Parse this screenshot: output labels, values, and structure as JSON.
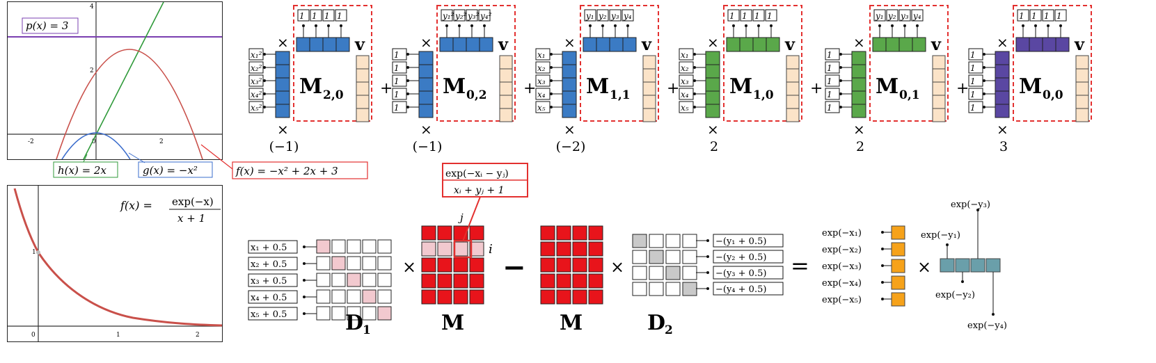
{
  "colors": {
    "accent_red": "#e3302f",
    "quad_red": "#c9504a",
    "purple": "#7a3fb0",
    "green": "#2f9a3a",
    "blue": "#3a6ccc",
    "blue_vec": "#3b7bc4",
    "green_vec": "#5aa84a",
    "purple_vec": "#5a47a2",
    "peach": "#fbe3c8",
    "orange": "#f6a21a",
    "teal": "#6a9faa",
    "pink": "#f2c9cf",
    "grid_red": "#e8141b",
    "gray": "#c9c9c9"
  },
  "plot1": {
    "x_ticks": [
      "-2",
      "0",
      "2"
    ],
    "y_ticks": [
      "2",
      "4"
    ],
    "labels": {
      "p": "p(x) = 3",
      "h": "h(x) = 2x",
      "g": "g(x) = −x²",
      "f": "f(x) = −x² + 2x + 3"
    }
  },
  "plot2": {
    "x_ticks": [
      "0",
      "1",
      "2"
    ],
    "y_ticks": [
      "1"
    ],
    "label_lhs": "f(x) =",
    "label_num": "exp(−x)",
    "label_den": "x + 1"
  },
  "top_row": {
    "terms": [
      {
        "matrix": "M",
        "sub": "2,0",
        "left": [
          "x₁²",
          "x₂²",
          "x₃²",
          "x₄²",
          "x₅²"
        ],
        "top": [
          "1",
          "1",
          "1",
          "1"
        ],
        "coef": "(−1)",
        "color": "blue"
      },
      {
        "matrix": "M",
        "sub": "0,2",
        "left": [
          "1",
          "1",
          "1",
          "1",
          "1"
        ],
        "top": [
          "y₁²",
          "y₂²",
          "y₃²",
          "y₄²"
        ],
        "coef": "(−1)",
        "color": "blue"
      },
      {
        "matrix": "M",
        "sub": "1,1",
        "left": [
          "x₁",
          "x₂",
          "x₃",
          "x₄",
          "x₅"
        ],
        "top": [
          "y₁",
          "y₂",
          "y₃",
          "y₄"
        ],
        "coef": "(−2)",
        "color": "blue"
      },
      {
        "matrix": "M",
        "sub": "1,0",
        "left": [
          "x₁",
          "x₂",
          "x₃",
          "x₄",
          "x₅"
        ],
        "top": [
          "1",
          "1",
          "1",
          "1"
        ],
        "coef": "2",
        "color": "green"
      },
      {
        "matrix": "M",
        "sub": "0,1",
        "left": [
          "1",
          "1",
          "1",
          "1",
          "1"
        ],
        "top": [
          "y₁",
          "y₂",
          "y₃",
          "y₄"
        ],
        "coef": "2",
        "color": "green"
      },
      {
        "matrix": "M",
        "sub": "0,0",
        "left": [
          "1",
          "1",
          "1",
          "1",
          "1"
        ],
        "top": [
          "1",
          "1",
          "1",
          "1"
        ],
        "coef": "3",
        "color": "purple"
      }
    ],
    "v_label": "v",
    "times": "×",
    "plus": "+"
  },
  "bottom_row": {
    "callout_num": "exp(−xᵢ − yⱼ)",
    "callout_den": "xᵢ + yⱼ + 1",
    "d1_labels": [
      "x₁ + 0.5",
      "x₂ + 0.5",
      "x₃ + 0.5",
      "x₄ + 0.5",
      "x₅ + 0.5"
    ],
    "d2_labels": [
      "−(y₁ + 0.5)",
      "−(y₂ + 0.5)",
      "−(y₃ + 0.5)",
      "−(y₄ + 0.5)"
    ],
    "j_label": "j",
    "i_label": "i",
    "D1": "D",
    "D1_sub": "1",
    "M": "M",
    "D2": "D",
    "D2_sub": "2",
    "times": "×",
    "minus": "−",
    "equals": "=",
    "exp_x": [
      "exp(−x₁)",
      "exp(−x₂)",
      "exp(−x₃)",
      "exp(−x₄)",
      "exp(−x₅)"
    ],
    "exp_y": [
      "exp(−y₁)",
      "exp(−y₂)",
      "exp(−y₃)",
      "exp(−y₄)"
    ]
  }
}
